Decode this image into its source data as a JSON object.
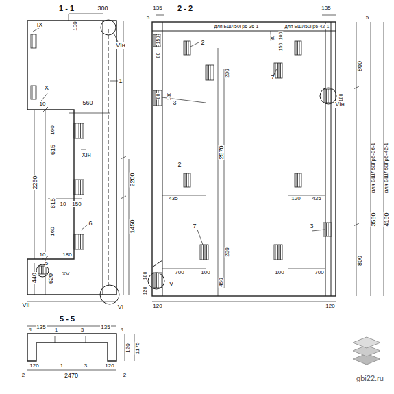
{
  "diagram": {
    "labels": [
      "1 - 1",
      "IX",
      "300",
      "100",
      "VIн",
      "1",
      "X",
      "560",
      "10",
      "160",
      "615",
      "XIн",
      "2250",
      "10",
      "150",
      "615",
      "160",
      "6",
      "180",
      "5",
      "XV",
      "440",
      "620",
      "10",
      "VII",
      "VI",
      "2200",
      "1450",
      "2 - 2",
      "135",
      "5",
      "для БШЛ50Гр6-36-1",
      "для БШЛ50Гр6-42-1",
      "135",
      "5",
      "30",
      "100",
      "150",
      "150",
      "80",
      "2",
      "230",
      "7",
      "800",
      "3",
      "80",
      "180",
      "VIн",
      "180",
      "2570",
      "2",
      "435",
      "120",
      "435",
      "3580",
      "для БШЛ50Гр6-36-1",
      "4180",
      "для БШЛ50Гр6-42-1",
      "3",
      "7",
      "230",
      "800",
      "450",
      "700",
      "100",
      "100",
      "700",
      "V",
      "120",
      "180",
      "120",
      "120",
      "5 - 5",
      "135",
      "4",
      "1",
      "3",
      "135",
      "4",
      "120",
      "1175",
      "120",
      "1",
      "3",
      "120",
      "2",
      "2470",
      "2",
      "gbi22.ru"
    ]
  }
}
